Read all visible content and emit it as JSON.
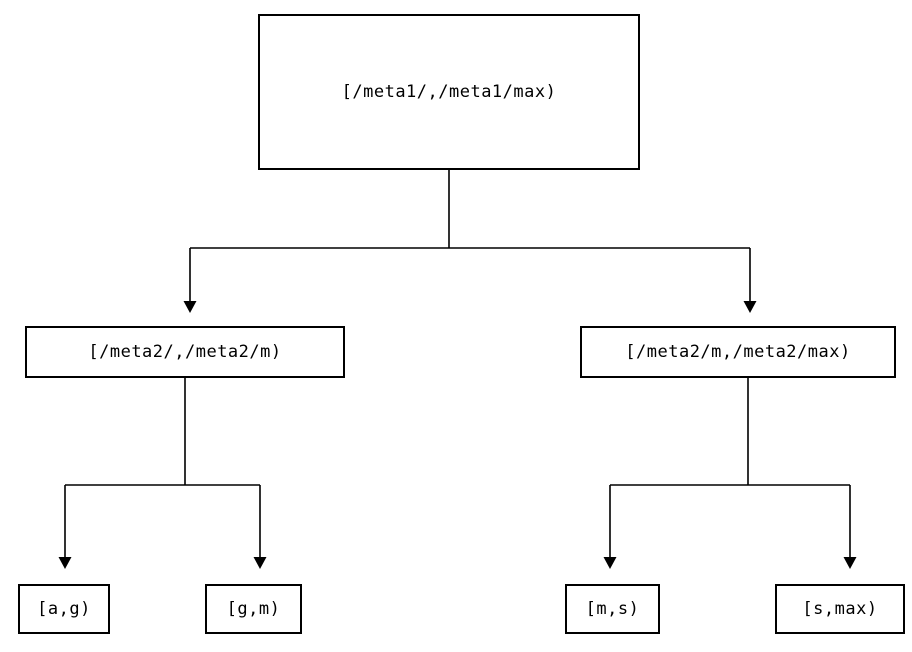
{
  "diagram": {
    "title": "interval-partition-tree",
    "colors": {
      "line": "#000000",
      "box_border": "#000000",
      "background": "#ffffff"
    },
    "root": {
      "label": "[/meta1/,/meta1/max)"
    },
    "level2": {
      "left": {
        "label": "[/meta2/,/meta2/m)"
      },
      "right": {
        "label": "[/meta2/m,/meta2/max)"
      }
    },
    "leaves": {
      "ag": {
        "label": "[a,g)"
      },
      "gm": {
        "label": "[g,m)"
      },
      "ms": {
        "label": "[m,s)"
      },
      "smax": {
        "label": "[s,max)"
      }
    }
  }
}
